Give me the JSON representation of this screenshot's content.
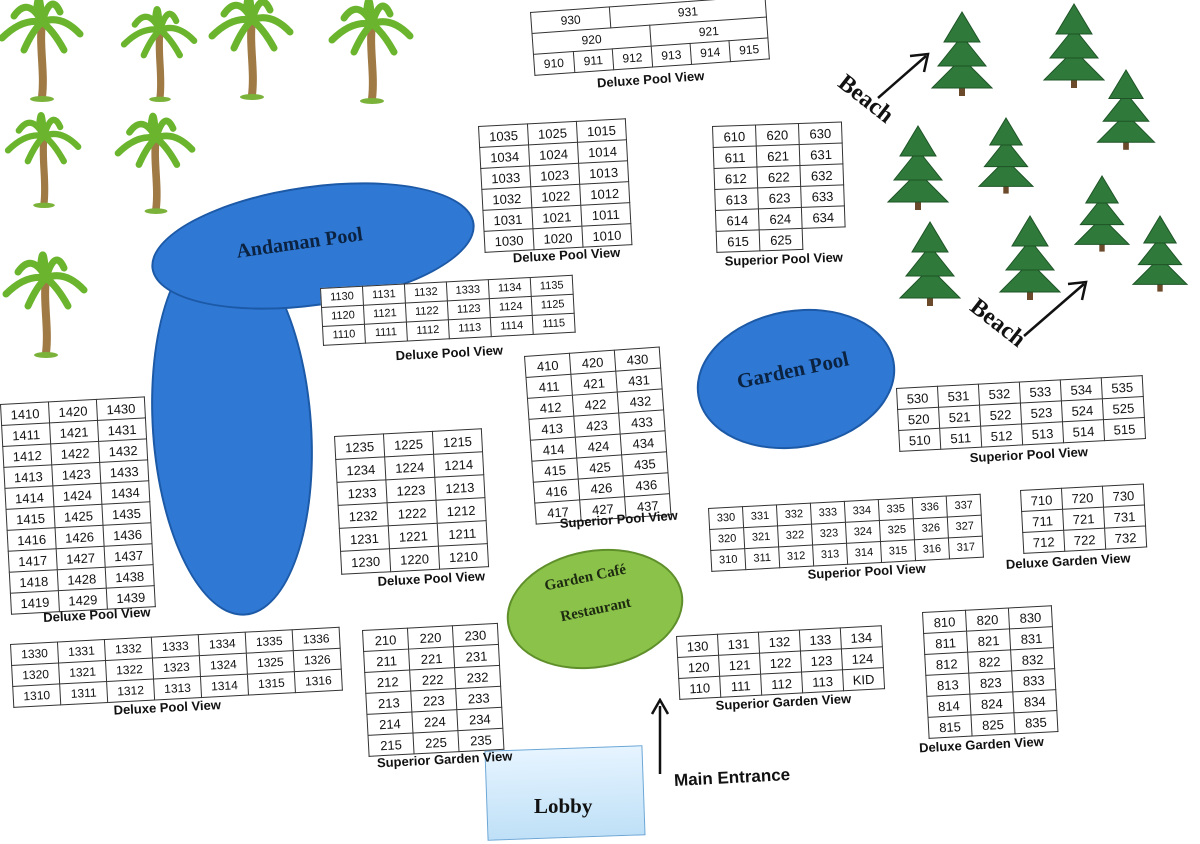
{
  "pools": {
    "andaman": "Andaman Pool",
    "garden": "Garden Pool"
  },
  "restaurant": {
    "line1": "Garden Café",
    "line2": "Restaurant"
  },
  "lobby": "Lobby",
  "main_entrance": "Main Entrance",
  "beach_labels": [
    "Beach",
    "Beach"
  ],
  "colors": {
    "pool": "#2f78d4",
    "restaurant": "#8bc34a",
    "lobby": "#cfe8fb",
    "pine": "#2f7a3a",
    "palm": "#6ab52d"
  },
  "room_blocks": [
    {
      "id": "b900",
      "label": "Deluxe Pool View",
      "rows": [
        [
          "930",
          "931"
        ],
        [
          "920",
          "921"
        ],
        [
          "910",
          "911",
          "912",
          "913",
          "914",
          "915"
        ]
      ]
    },
    {
      "id": "b1000",
      "label": "Deluxe Pool View",
      "rows": [
        [
          "1035",
          "1025",
          "1015"
        ],
        [
          "1034",
          "1024",
          "1014"
        ],
        [
          "1033",
          "1023",
          "1013"
        ],
        [
          "1032",
          "1022",
          "1012"
        ],
        [
          "1031",
          "1021",
          "1011"
        ],
        [
          "1030",
          "1020",
          "1010"
        ]
      ]
    },
    {
      "id": "b600",
      "label": "Superior Pool View",
      "rows": [
        [
          "610",
          "620",
          "630"
        ],
        [
          "611",
          "621",
          "631"
        ],
        [
          "612",
          "622",
          "632"
        ],
        [
          "613",
          "623",
          "633"
        ],
        [
          "614",
          "624",
          "634"
        ],
        [
          "615",
          "625",
          ""
        ]
      ]
    },
    {
      "id": "b1100",
      "label": "Deluxe Pool View",
      "rows": [
        [
          "1130",
          "1131",
          "1132",
          "1333",
          "1134",
          "1135"
        ],
        [
          "1120",
          "1121",
          "1122",
          "1123",
          "1124",
          "1125"
        ],
        [
          "1110",
          "1111",
          "1112",
          "1113",
          "1114",
          "1115"
        ]
      ]
    },
    {
      "id": "b400",
      "label": "Superior Pool View",
      "rows": [
        [
          "410",
          "420",
          "430"
        ],
        [
          "411",
          "421",
          "431"
        ],
        [
          "412",
          "422",
          "432"
        ],
        [
          "413",
          "423",
          "433"
        ],
        [
          "414",
          "424",
          "434"
        ],
        [
          "415",
          "425",
          "435"
        ],
        [
          "416",
          "426",
          "436"
        ],
        [
          "417",
          "427",
          "437"
        ]
      ]
    },
    {
      "id": "b1400",
      "label": "Deluxe Pool View",
      "rows": [
        [
          "1410",
          "1420",
          "1430"
        ],
        [
          "1411",
          "1421",
          "1431"
        ],
        [
          "1412",
          "1422",
          "1432"
        ],
        [
          "1413",
          "1423",
          "1433"
        ],
        [
          "1414",
          "1424",
          "1434"
        ],
        [
          "1415",
          "1425",
          "1435"
        ],
        [
          "1416",
          "1426",
          "1436"
        ],
        [
          "1417",
          "1427",
          "1437"
        ],
        [
          "1418",
          "1428",
          "1438"
        ],
        [
          "1419",
          "1429",
          "1439"
        ]
      ]
    },
    {
      "id": "b1200",
      "label": "Deluxe Pool View",
      "rows": [
        [
          "1235",
          "1225",
          "1215"
        ],
        [
          "1234",
          "1224",
          "1214"
        ],
        [
          "1233",
          "1223",
          "1213"
        ],
        [
          "1232",
          "1222",
          "1212"
        ],
        [
          "1231",
          "1221",
          "1211"
        ],
        [
          "1230",
          "1220",
          "1210"
        ]
      ]
    },
    {
      "id": "b500",
      "label": "Superior Pool View",
      "rows": [
        [
          "530",
          "531",
          "532",
          "533",
          "534",
          "535"
        ],
        [
          "520",
          "521",
          "522",
          "523",
          "524",
          "525"
        ],
        [
          "510",
          "511",
          "512",
          "513",
          "514",
          "515"
        ]
      ]
    },
    {
      "id": "b300",
      "label": "Superior Pool View",
      "rows": [
        [
          "330",
          "331",
          "332",
          "333",
          "334",
          "335",
          "336",
          "337"
        ],
        [
          "320",
          "321",
          "322",
          "323",
          "324",
          "325",
          "326",
          "327"
        ],
        [
          "310",
          "311",
          "312",
          "313",
          "314",
          "315",
          "316",
          "317"
        ]
      ]
    },
    {
      "id": "b700",
      "label": "Deluxe Garden View",
      "rows": [
        [
          "710",
          "720",
          "730"
        ],
        [
          "711",
          "721",
          "731"
        ],
        [
          "712",
          "722",
          "732"
        ]
      ]
    },
    {
      "id": "b1300",
      "label": "Deluxe Pool View",
      "rows": [
        [
          "1330",
          "1331",
          "1332",
          "1333",
          "1334",
          "1335",
          "1336"
        ],
        [
          "1320",
          "1321",
          "1322",
          "1323",
          "1324",
          "1325",
          "1326"
        ],
        [
          "1310",
          "1311",
          "1312",
          "1313",
          "1314",
          "1315",
          "1316"
        ]
      ]
    },
    {
      "id": "b200",
      "label": "Superior Garden  View",
      "rows": [
        [
          "210",
          "220",
          "230"
        ],
        [
          "211",
          "221",
          "231"
        ],
        [
          "212",
          "222",
          "232"
        ],
        [
          "213",
          "223",
          "233"
        ],
        [
          "214",
          "224",
          "234"
        ],
        [
          "215",
          "225",
          "235"
        ]
      ]
    },
    {
      "id": "b100",
      "label": "Superior Garden  View",
      "rows": [
        [
          "130",
          "131",
          "132",
          "133",
          "134"
        ],
        [
          "120",
          "121",
          "122",
          "123",
          "124"
        ],
        [
          "110",
          "111",
          "112",
          "113",
          "KID"
        ]
      ]
    },
    {
      "id": "b800",
      "label": "Deluxe Garden  View",
      "rows": [
        [
          "810",
          "820",
          "830"
        ],
        [
          "811",
          "821",
          "831"
        ],
        [
          "812",
          "822",
          "832"
        ],
        [
          "813",
          "823",
          "833"
        ],
        [
          "814",
          "824",
          "834"
        ],
        [
          "815",
          "825",
          "835"
        ]
      ]
    }
  ]
}
